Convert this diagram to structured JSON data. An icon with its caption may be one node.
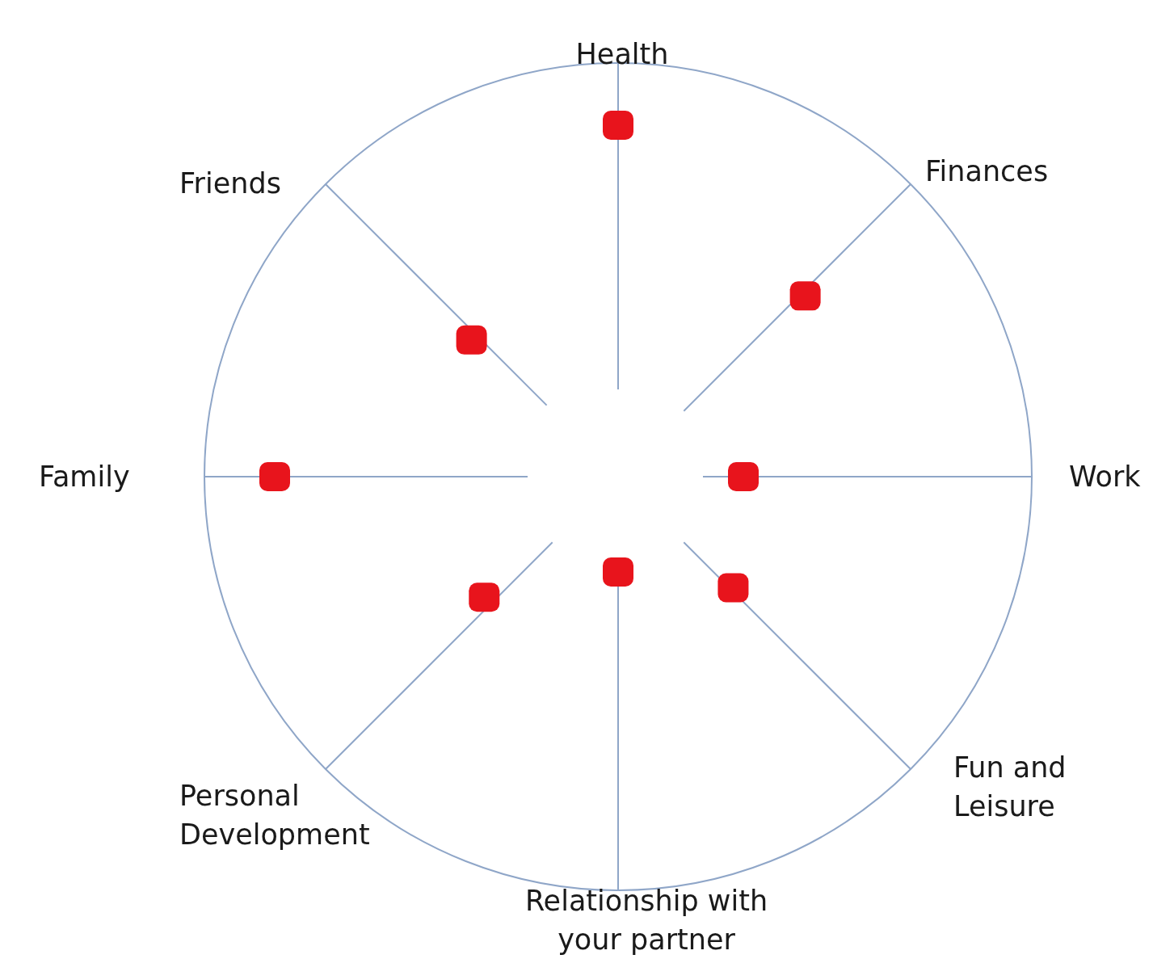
{
  "diagram": {
    "labels": [
      "Health",
      "Friends",
      "Finances",
      "Family",
      "Work",
      "Personal Development",
      "Fun and Leisure",
      "Relationship with your partner"
    ]
  }
}
